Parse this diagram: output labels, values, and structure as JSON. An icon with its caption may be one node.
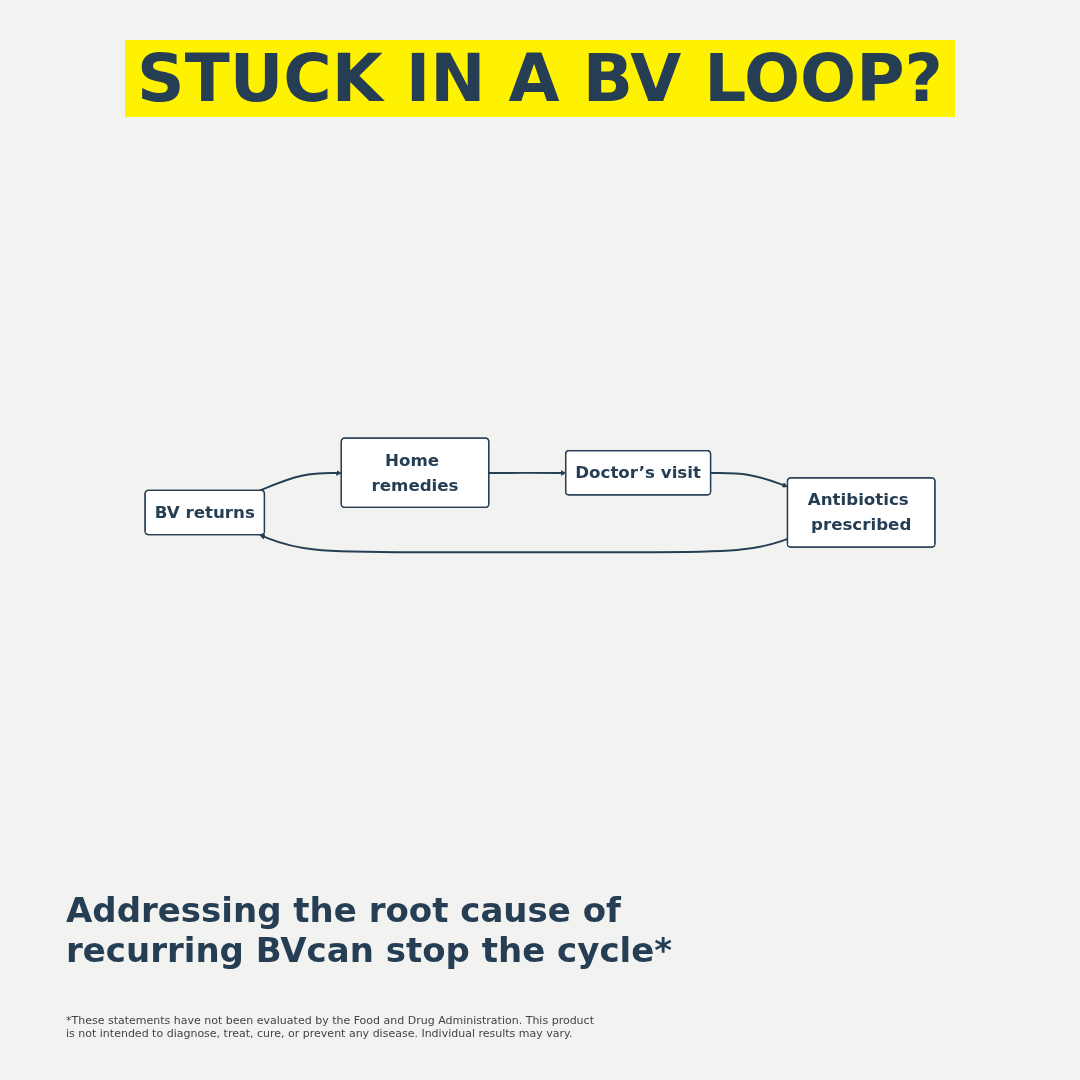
{
  "diagram": {
    "title": "STUCK IN A BV LOOP?",
    "nodes": [
      {
        "text": [
          "BV returns"
        ]
      },
      {
        "text": [
          "Home remedies"
        ]
      },
      {
        "text": [
          "Doctor’s visit"
        ]
      },
      {
        "text": [
          "Antibiotics prescribed"
        ]
      }
    ],
    "edges": [
      {
        "from": 0,
        "to": 1,
        "arrow": "to"
      },
      {
        "from": 1,
        "to": 2,
        "arrow": "to"
      },
      {
        "from": 2,
        "to": 3,
        "arrow": "to"
      },
      {
        "from": 3,
        "to": 0,
        "arrow": "to"
      }
    ],
    "labels": [
      "Addressing the root cause of recurring BVcan stop the cycle*",
      "*These statements have not been evaluated by the Food and Drug Administration. This product is not intended to diagnose, treat, cure, or prevent any disease. Individual results may vary."
    ]
  }
}
